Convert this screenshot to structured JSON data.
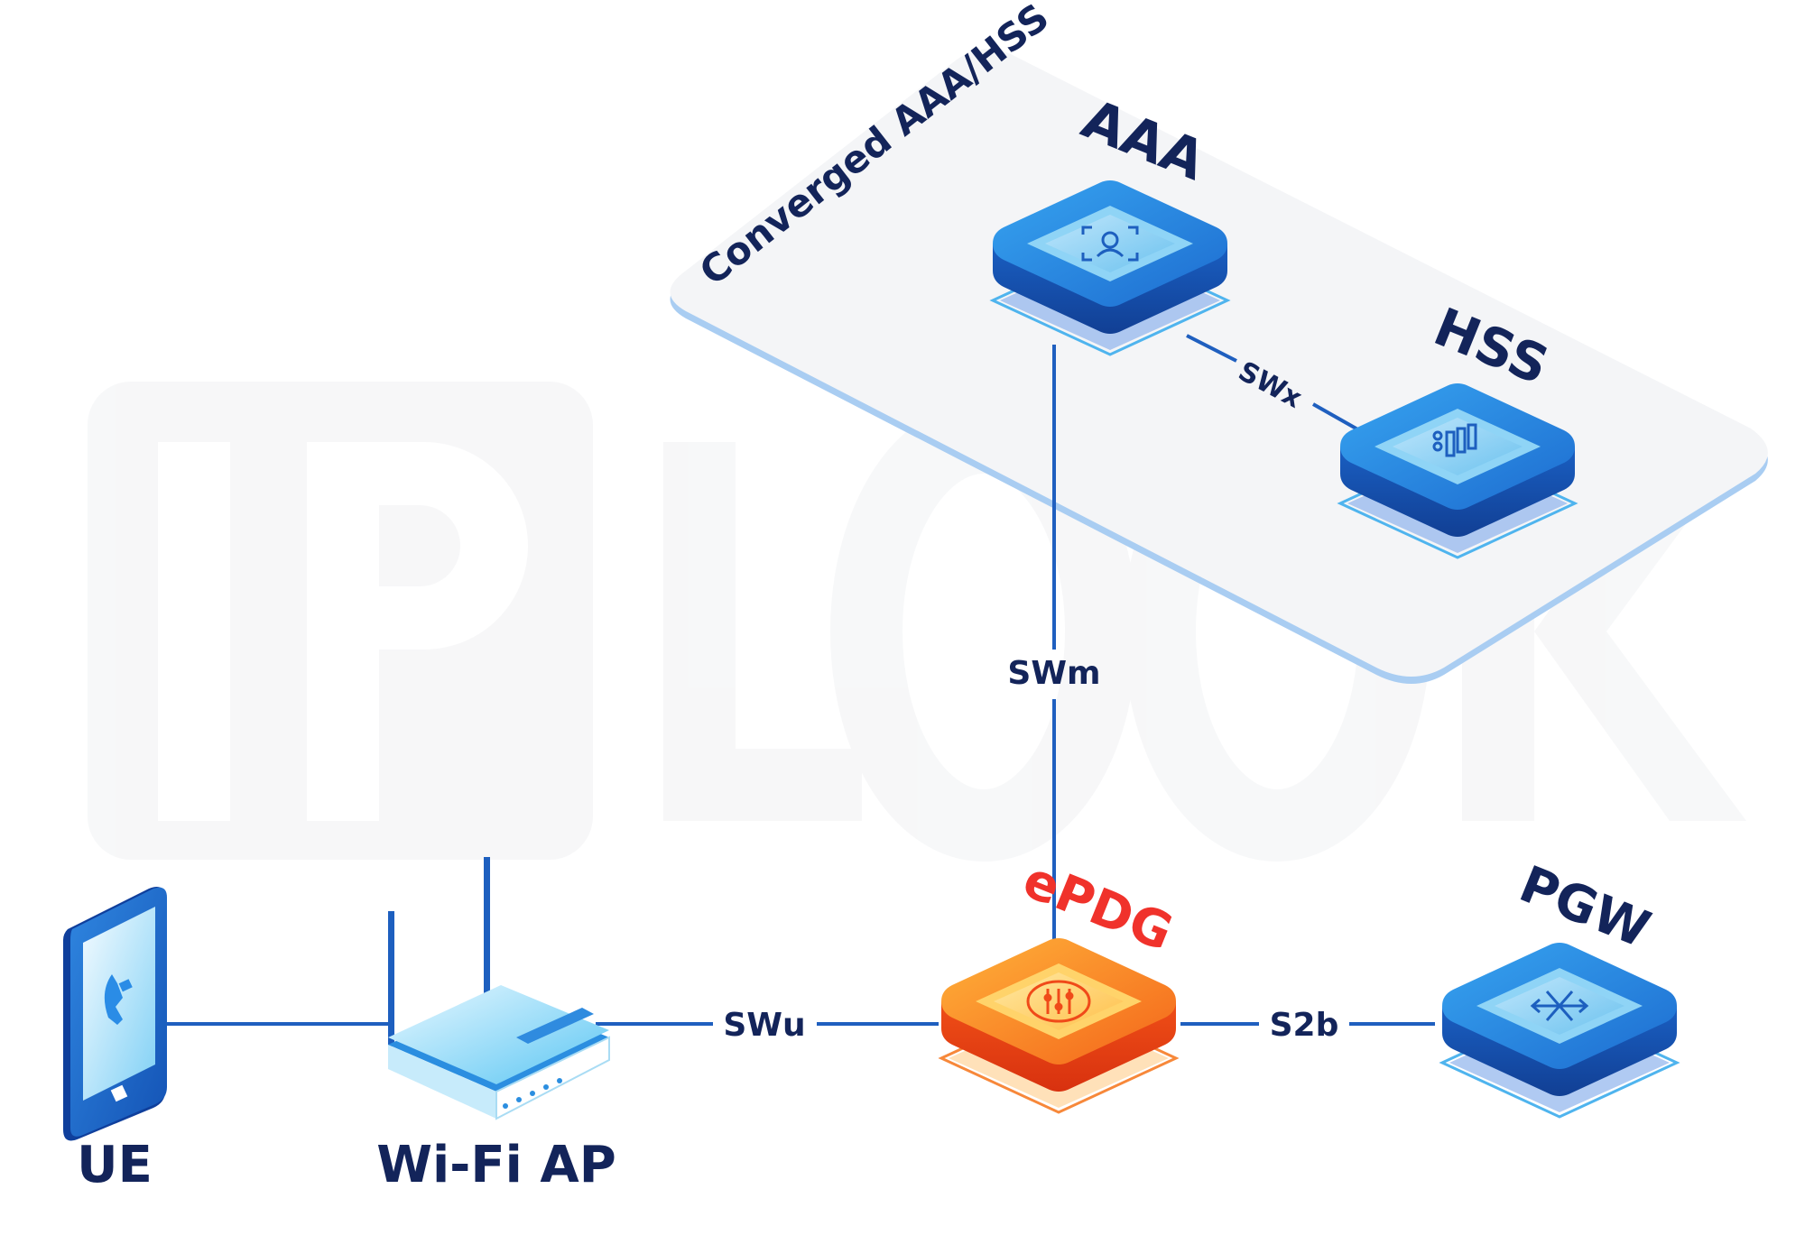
{
  "watermark": {
    "text": "IPLOOK"
  },
  "group": {
    "label": "Converged AAA/HSS"
  },
  "nodes": {
    "aaa": {
      "label": "AAA",
      "icon": "user-scan-icon"
    },
    "hss": {
      "label": "HSS",
      "icon": "subscriber-database-icon"
    },
    "epdg": {
      "label": "ePDG",
      "icon": "gateway-tuning-icon"
    },
    "pgw": {
      "label": "PGW",
      "icon": "routing-arrows-icon"
    },
    "ue": {
      "label": "UE",
      "icon": "phone-call-icon"
    },
    "wifi_ap": {
      "label": "Wi-Fi AP",
      "icon": "wifi-router-icon"
    }
  },
  "links": {
    "swx": "SWx",
    "swm": "SWm",
    "swu": "SWu",
    "s2b": "S2b"
  },
  "colors": {
    "label_navy": "#13245a",
    "line_blue": "#1f5fbf",
    "node_blue": "#1e78d8",
    "node_orange": "#f77a1c",
    "epdg_red": "#f0322b",
    "panel_fill": "#f4f5f7",
    "panel_edge": "#a9cdf2"
  }
}
